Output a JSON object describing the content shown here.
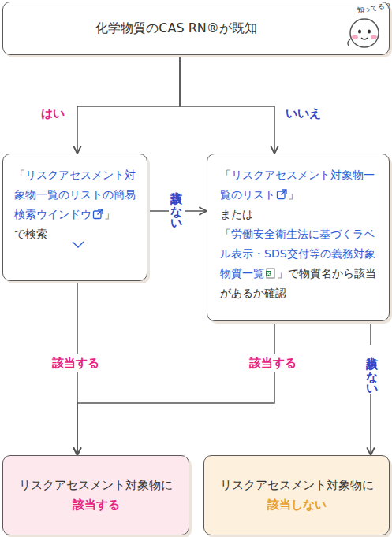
{
  "diagram": {
    "nodes": [
      {
        "text": [
          "化学物質のCAS RN®が既知"
        ]
      },
      {
        "text": [
          "「",
          "リスクアセスメント対象物一覧のリストの簡易検索ウインドウ",
          "」",
          "で検索"
        ]
      },
      {
        "text": [
          "「",
          "リスクアセスメント対象物一覧のリスト",
          "」",
          "または",
          "「",
          "労働安全衛生法に基づくラベル表示・SDS交付等の義務対象物質一覧",
          "」で物質名から該当があるか確認"
        ]
      },
      {
        "text": [
          "リスクアセスメント対象物に",
          "該当する"
        ]
      },
      {
        "text": [
          "リスクアセスメント対象物に",
          "該当しない"
        ]
      }
    ],
    "edges": [
      {
        "from": 0,
        "to": 1,
        "label": "はい",
        "arrow": "to"
      },
      {
        "from": 0,
        "to": 2,
        "label": "いいえ",
        "arrow": "to"
      },
      {
        "from": 1,
        "to": 2,
        "label": "該当しない",
        "arrow": "to"
      },
      {
        "from": 1,
        "to": 3,
        "label": "該当する",
        "arrow": "to"
      },
      {
        "from": 2,
        "to": 3,
        "label": "該当する",
        "arrow": "to"
      },
      {
        "from": 2,
        "to": 4,
        "label": "該当しない",
        "arrow": "to"
      }
    ],
    "labels": [
      "知ってる？"
    ]
  }
}
